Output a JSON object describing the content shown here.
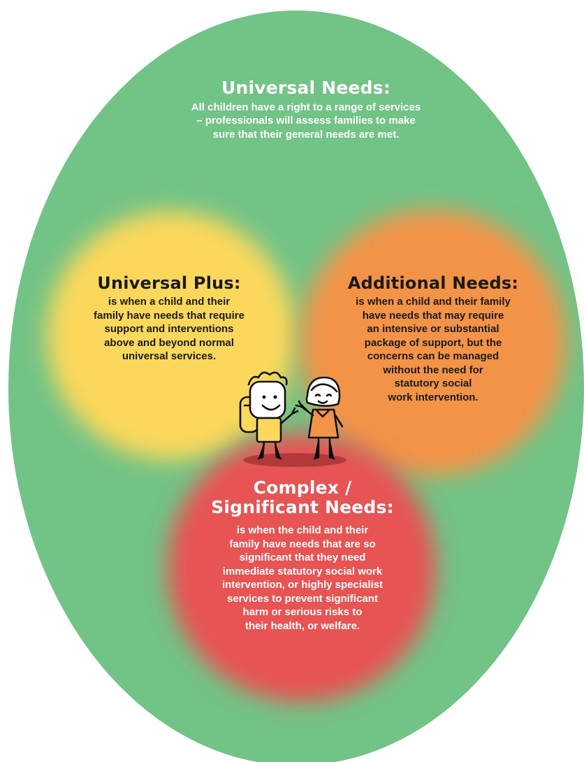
{
  "colors": {
    "universal": "#72c386",
    "universal_plus": "#fbd85b",
    "additional": "#f39347",
    "complex": "#e85353",
    "text_light": "#ffffff",
    "text_dark": "#1a1a1a"
  },
  "universal_needs": {
    "heading": "Universal Needs:",
    "text": "All children have a right to a range of services\n– professionals will assess families to make\nsure that their general needs are met."
  },
  "universal_plus": {
    "heading": "Universal Plus:",
    "text": "is when a child and their\nfamily have needs that require\nsupport and interventions\nabove and beyond normal\nuniversal services."
  },
  "additional_needs": {
    "heading": "Additional Needs:",
    "text": "is when a child and their family\nhave needs that may require\nan intensive or substantial\npackage of support, but the\nconcerns can be managed\nwithout the need for\nstatutory social\nwork intervention."
  },
  "complex_needs": {
    "heading_line1": "Complex /",
    "heading_line2": "Significant Needs:",
    "text": "is when the child and their\nfamily have needs that are so\nsignificant that they need\nimmediate statutory social work\nintervention, or highly specialist\nservices to prevent significant\nharm or serious risks to\ntheir health, or welfare."
  },
  "illustration": {
    "icon": "two-children-cartoon-icon"
  }
}
